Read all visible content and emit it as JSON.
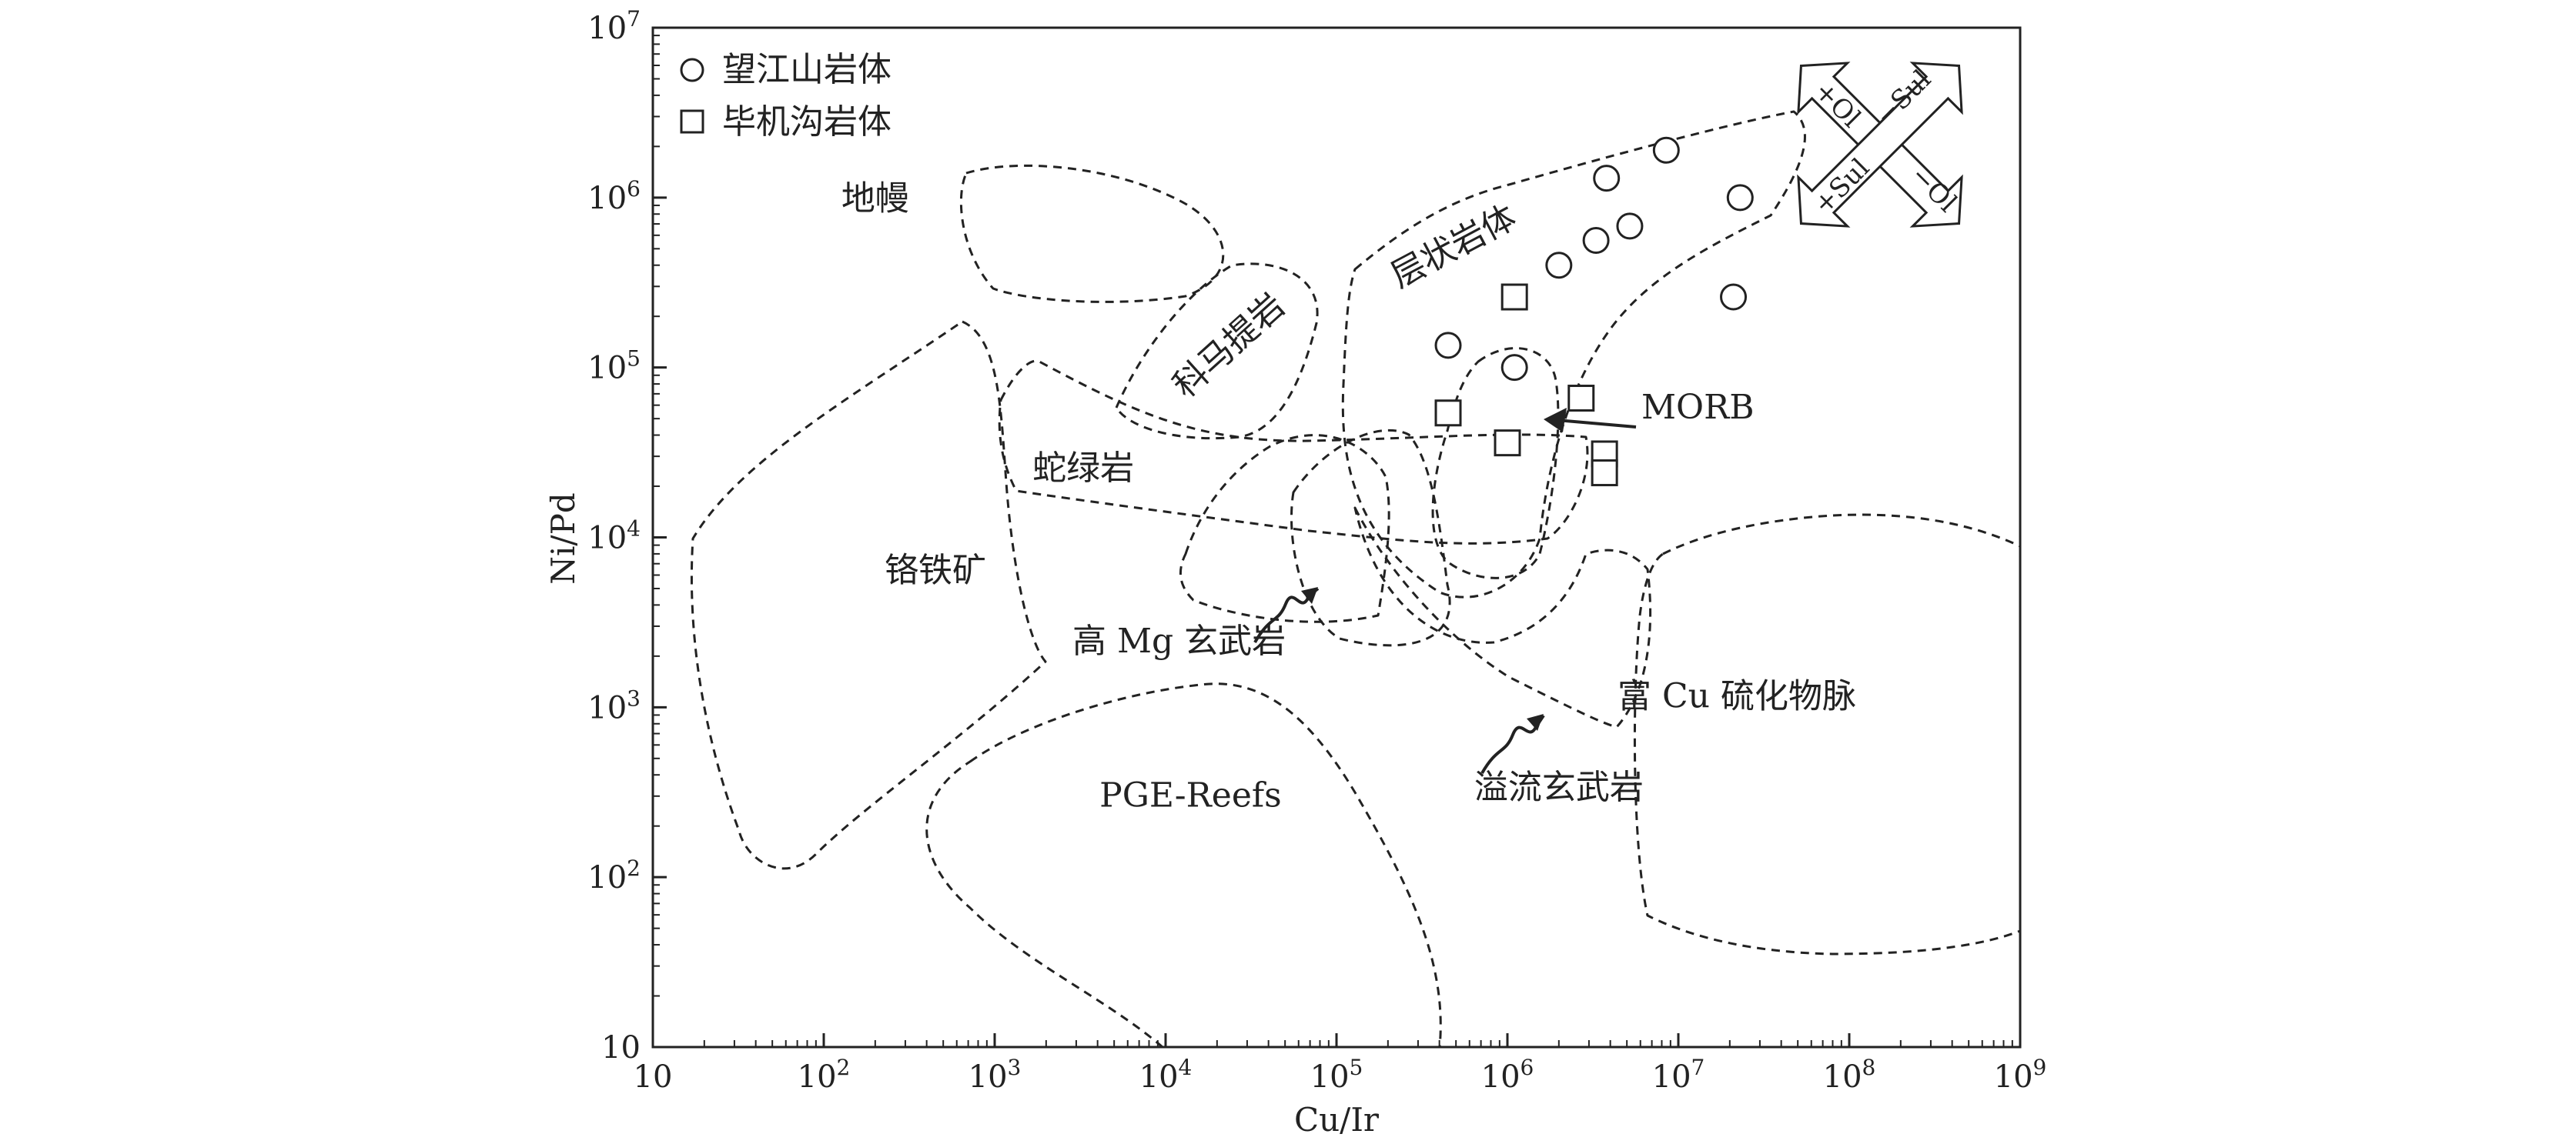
{
  "chart_data": {
    "type": "scatter",
    "xlabel": "Cu/Ir",
    "ylabel": "Ni/Pd",
    "xscale": "log",
    "yscale": "log",
    "xlim": [
      10,
      1000000000
    ],
    "ylim": [
      10,
      10000000
    ],
    "x_ticks": [
      {
        "value": 10,
        "base": "10",
        "exp": ""
      },
      {
        "value": 100,
        "base": "10",
        "exp": "2"
      },
      {
        "value": 1000,
        "base": "10",
        "exp": "3"
      },
      {
        "value": 10000,
        "base": "10",
        "exp": "4"
      },
      {
        "value": 100000,
        "base": "10",
        "exp": "5"
      },
      {
        "value": 1000000,
        "base": "10",
        "exp": "6"
      },
      {
        "value": 10000000,
        "base": "10",
        "exp": "7"
      },
      {
        "value": 100000000,
        "base": "10",
        "exp": "8"
      },
      {
        "value": 1000000000,
        "base": "10",
        "exp": "9"
      }
    ],
    "y_ticks": [
      {
        "value": 10,
        "base": "10",
        "exp": ""
      },
      {
        "value": 100,
        "base": "10",
        "exp": "2"
      },
      {
        "value": 1000,
        "base": "10",
        "exp": "3"
      },
      {
        "value": 10000,
        "base": "10",
        "exp": "4"
      },
      {
        "value": 100000,
        "base": "10",
        "exp": "5"
      },
      {
        "value": 1000000,
        "base": "10",
        "exp": "6"
      },
      {
        "value": 10000000,
        "base": "10",
        "exp": "7"
      }
    ],
    "legend_position": "top-left",
    "series": [
      {
        "name": "望江山岩体",
        "marker": "circle",
        "points": [
          [
            3800000,
            1300000
          ],
          [
            8500000,
            1900000
          ],
          [
            23000000,
            1000000
          ],
          [
            3300000,
            560000
          ],
          [
            5200000,
            680000
          ],
          [
            2000000,
            400000
          ],
          [
            21000000,
            260000
          ],
          [
            450000,
            135000
          ],
          [
            1100000,
            100000
          ]
        ]
      },
      {
        "name": "毕机沟岩体",
        "marker": "square",
        "points": [
          [
            1100000,
            260000
          ],
          [
            2700000,
            66000
          ],
          [
            450000,
            54000
          ],
          [
            1000000,
            36000
          ],
          [
            3700000,
            31000
          ],
          [
            3700000,
            24000
          ]
        ]
      }
    ],
    "fields": [
      {
        "name": "地幔",
        "label_x": 200,
        "label_y": 850000
      },
      {
        "name": "层状岩体",
        "label_x": 520000,
        "label_y": 450000,
        "rotate": -28
      },
      {
        "name": "科马提岩",
        "label_x": 26000,
        "label_y": 120000,
        "rotate": -42
      },
      {
        "name": "蛇绿岩",
        "label_x": 3300,
        "label_y": 22000
      },
      {
        "name": "铬铁矿",
        "label_x": 450,
        "label_y": 5500
      },
      {
        "name": "高 Mg 玄武岩",
        "label_x": 12000,
        "label_y": 2100
      },
      {
        "name": "PGE-Reefs",
        "label_x": 14000,
        "label_y": 260
      },
      {
        "name": "溢流玄武岩",
        "label_x": 2000000,
        "label_y": 290
      },
      {
        "name": "富 Cu 硫化物脉",
        "label_x": 22000000,
        "label_y": 1000
      },
      {
        "name": "MORB",
        "label_x": 13000000,
        "label_y": 50000
      }
    ],
    "arrow_labels": [
      "+Ol",
      "−Sul",
      "+Sul",
      "−Ol"
    ]
  }
}
